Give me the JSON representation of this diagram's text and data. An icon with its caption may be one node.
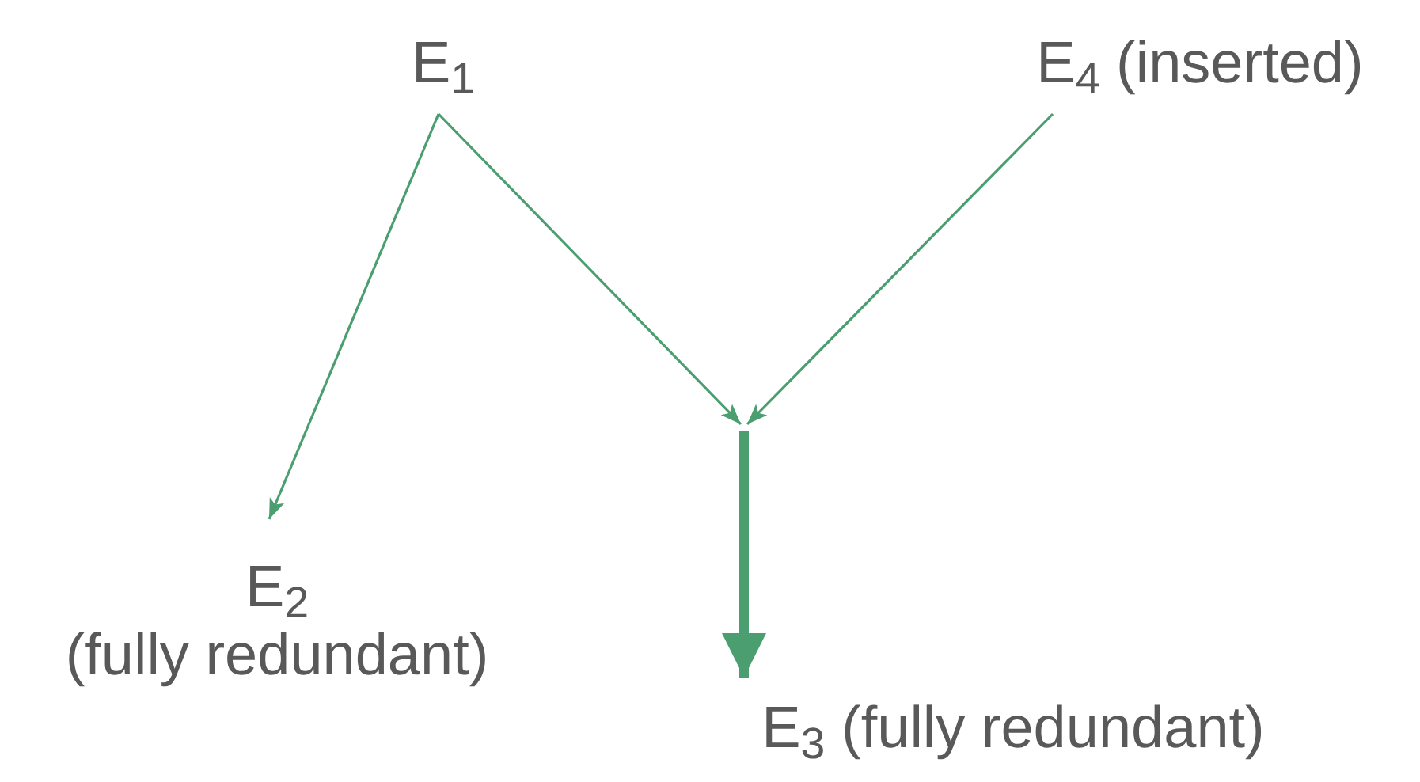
{
  "diagram": {
    "nodes": [
      {
        "text": [
          "E$_{1}$"
        ]
      },
      {
        "text": [
          "E$_{4}$ (inserted)"
        ]
      },
      {
        "text": [
          "E$_{2}$",
          "(fully redundant)"
        ]
      },
      {
        "text": [
          "E$_{3}$ (fully redundant)"
        ]
      }
    ],
    "edges": [
      {
        "from": 0,
        "to": 2,
        "arrow": "to"
      },
      {
        "from": 0,
        "to": null,
        "arrow": "to"
      },
      {
        "from": 1,
        "to": null,
        "arrow": "to"
      },
      {
        "from": null,
        "to": 3,
        "arrow": "to",
        "style": "thick"
      }
    ]
  }
}
